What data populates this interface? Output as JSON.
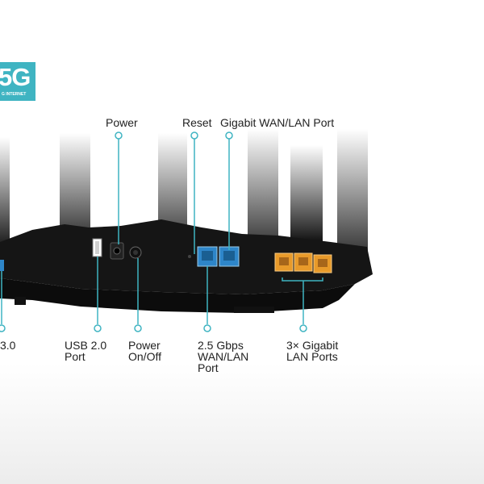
{
  "badge": {
    "text": "5G",
    "subtext": "G INTERNET"
  },
  "labels": {
    "power": "Power",
    "reset": "Reset",
    "gigabit_wan_lan": "Gigabit WAN/LAN Port",
    "usb30": "3.0",
    "usb20_line1": "USB 2.0",
    "usb20_line2": "Port",
    "power_onoff_line1": "Power",
    "power_onoff_line2": "On/Off",
    "wan25_line1": "2.5 Gbps",
    "wan25_line2": "WAN/LAN",
    "wan25_line3": "Port",
    "lan_line1": "3× Gigabit",
    "lan_line2": "LAN Ports"
  },
  "colors": {
    "accent": "#3fb4c2",
    "device": "#151515",
    "port_blue": "#2e86c9",
    "port_orange": "#e89a2a"
  }
}
